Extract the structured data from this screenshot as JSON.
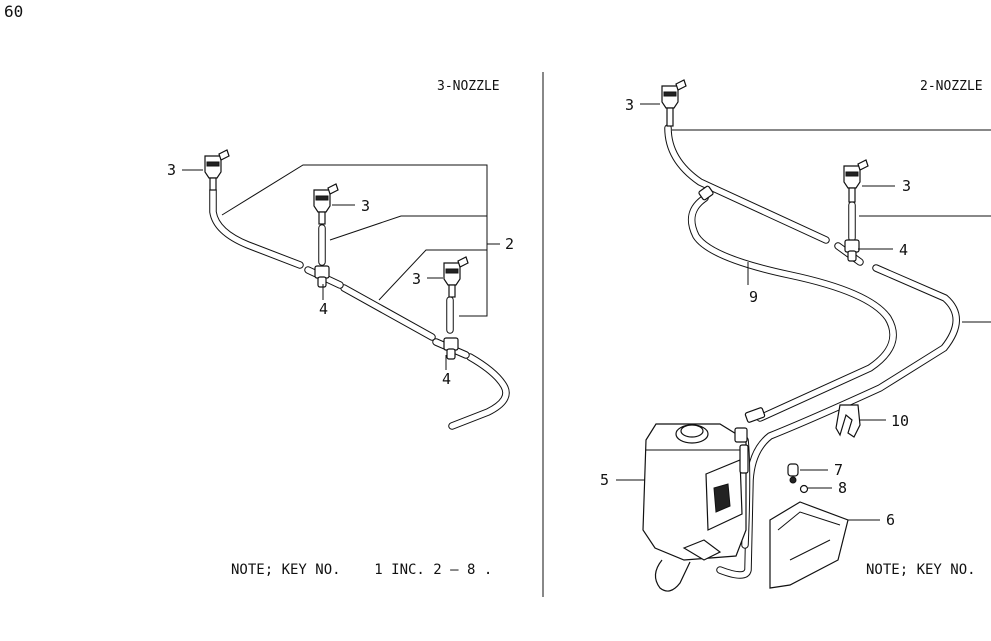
{
  "page_number": "60",
  "left_panel": {
    "title": "3-NOZZLE",
    "note": "NOTE; KEY NO.    1 INC. 2 — 8 .",
    "callouts": {
      "nozzle_top_left": "3",
      "nozzle_mid": "3",
      "nozzle_right": "3",
      "group": "2",
      "joint_1": "4",
      "joint_2": "4"
    }
  },
  "right_panel": {
    "title": "2-NOZZLE",
    "note": "NOTE; KEY NO.",
    "callouts": {
      "nozzle_top": "3",
      "nozzle_mid": "3",
      "joint": "4",
      "hose": "9",
      "clip": "10",
      "tank": "5",
      "cap": "7",
      "filter": "8",
      "bracket": "6"
    }
  }
}
